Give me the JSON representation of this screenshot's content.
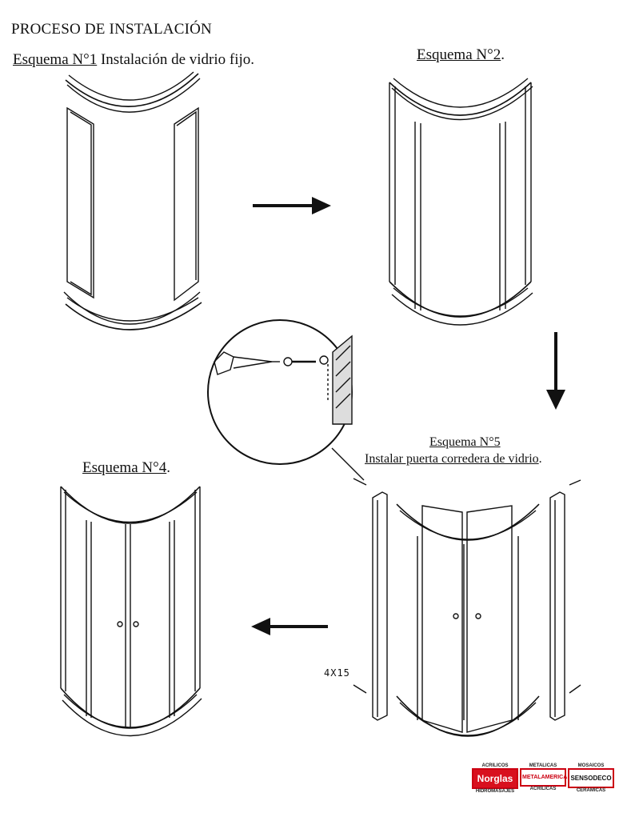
{
  "title": "PROCESO DE INSTALACIÓN",
  "steps": {
    "s1_label": "Esquema N°1",
    "s1_text": " Instalación  de vidrio fijo.",
    "s2_label": "Esquema N°2",
    "s2_suffix": ".",
    "s4_label": "Esquema N°4",
    "s4_suffix": ".",
    "s5_label": "Esquema N°5",
    "s5_text": "Instalar puerta corredera de vidrio",
    "s5_suffix": "."
  },
  "screw_size": "4X15",
  "brands": {
    "b1_top": "ACRILICOS",
    "b1_name": "Norglas",
    "b1_bottom": "HIDROMASAJES",
    "b2_top": "METALICAS",
    "b2_name": "METALAMERICA",
    "b2_bottom": "ACRILICAS",
    "b3_top": "MOSAICOS",
    "b3_name": "SENSODECO",
    "b3_bottom": "CERAMICAS"
  },
  "colors": {
    "ink": "#111111",
    "brand_red": "#d8101e"
  }
}
